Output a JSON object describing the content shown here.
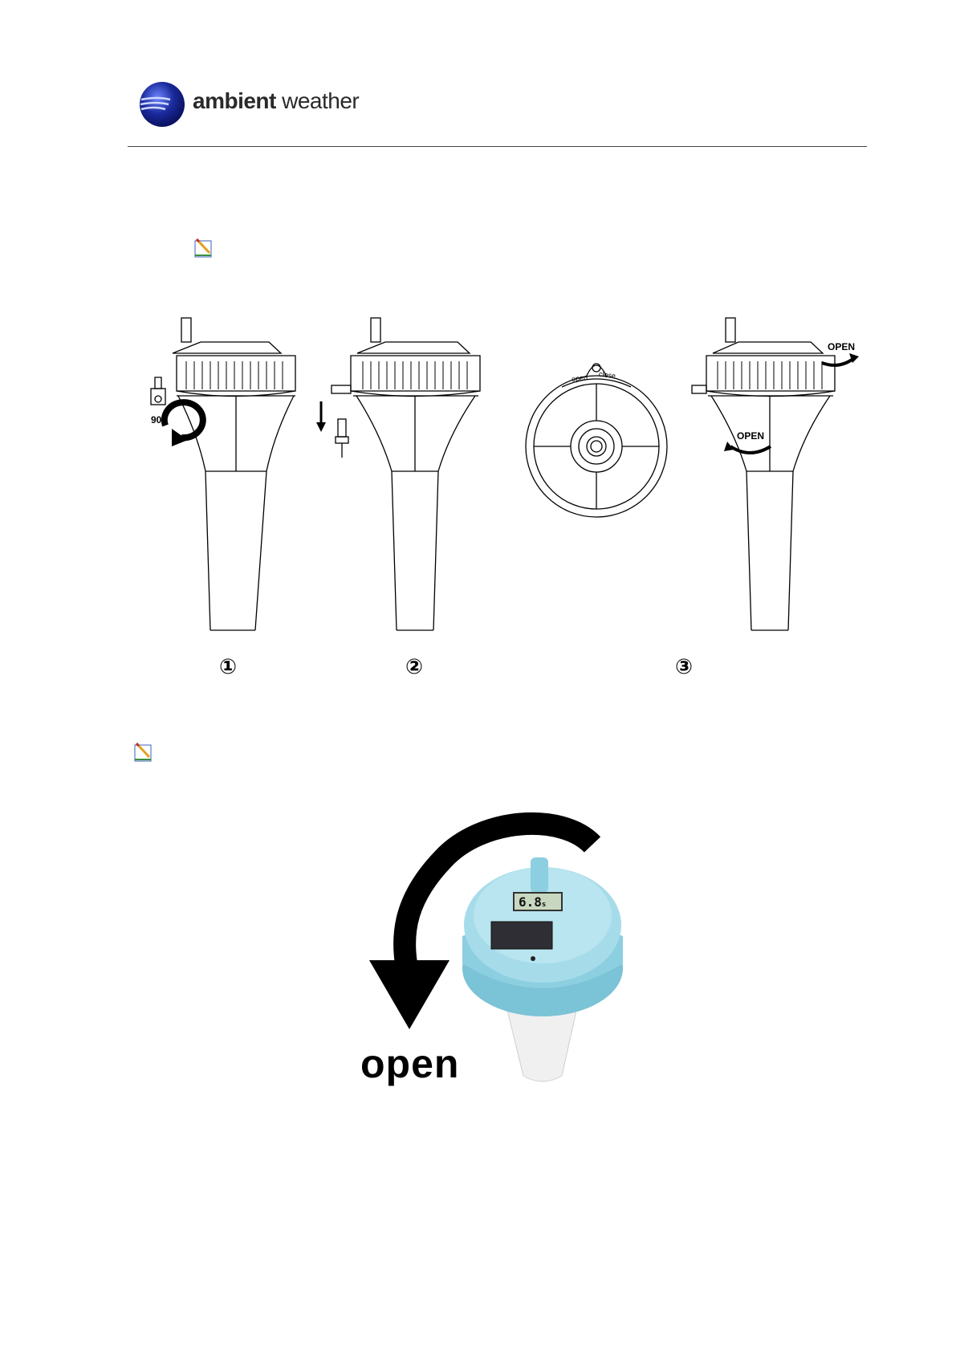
{
  "header": {
    "brand_bold": "ambient",
    "brand_light": " weather"
  },
  "figure1": {
    "steps": [
      "①",
      "②",
      "③"
    ],
    "angle_label": "90°",
    "open_label_top": "OPEN",
    "open_label_mid": "OPEN",
    "cap_labels": {
      "open": "open",
      "close": "close"
    }
  },
  "figure2": {
    "open_label": "open",
    "lcd_value": "6.8",
    "lcd_unit": "s"
  },
  "colors": {
    "logo_blue": "#1a2a9c",
    "sensor_blue": "#8ccfe0",
    "sensor_stem": "#f2f2f2"
  },
  "icons": {
    "note": "note-icon"
  }
}
